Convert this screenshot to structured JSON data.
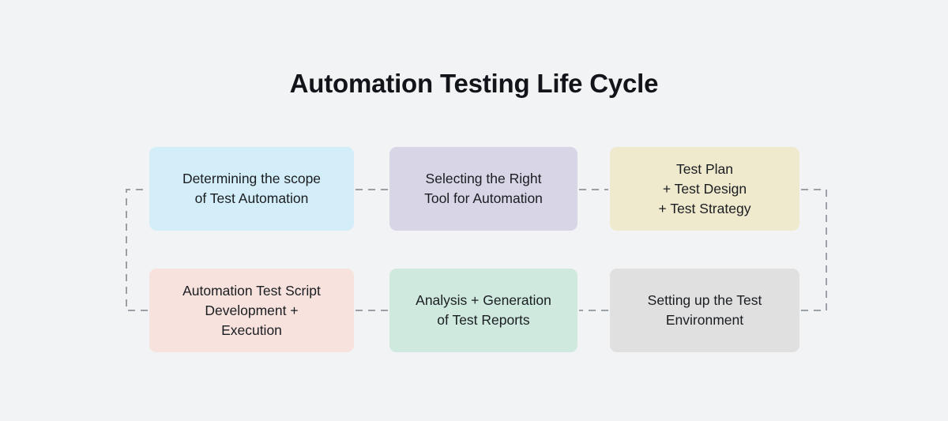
{
  "page": {
    "title": "Automation Testing Life Cycle",
    "background_color": "#f2f3f5",
    "text_color": "#1a1d21"
  },
  "diagram": {
    "type": "flow-cycle",
    "connector_color": "#9aa0a6",
    "connector_style": "dashed",
    "flow_order": [
      "Determining the scope of Test Automation",
      "Selecting the Right Tool for Automation",
      "Test Plan + Test Design + Test Strategy",
      "Setting up the Test Environment",
      "Automation Test Script Development + Execution",
      "Analysis + Generation of Test Reports"
    ],
    "steps": [
      {
        "id": "step-1",
        "name": "determining-scope",
        "label": "Determining the scope\nof Test Automation",
        "color": "#d3eef8",
        "row": 1,
        "column": 1
      },
      {
        "id": "step-2",
        "name": "selecting-tool",
        "label": "Selecting the Right\nTool for Automation",
        "color": "#d8d6e6",
        "row": 1,
        "column": 2
      },
      {
        "id": "step-3",
        "name": "test-plan-design-strategy",
        "label": "Test Plan\n+ Test Design\n+ Test Strategy",
        "color": "#efeacd",
        "row": 1,
        "column": 3
      },
      {
        "id": "step-4",
        "name": "script-development-execution",
        "label": "Automation Test Script\nDevelopment +\nExecution",
        "color": "#f7e2dd",
        "row": 2,
        "column": 1
      },
      {
        "id": "step-5",
        "name": "analysis-generation-reports",
        "label": "Analysis + Generation\nof Test Reports",
        "color": "#cfe9de",
        "row": 2,
        "column": 2
      },
      {
        "id": "step-6",
        "name": "setting-up-environment",
        "label": "Setting up the Test\nEnvironment",
        "color": "#e0e0e0",
        "row": 2,
        "column": 3
      }
    ]
  }
}
